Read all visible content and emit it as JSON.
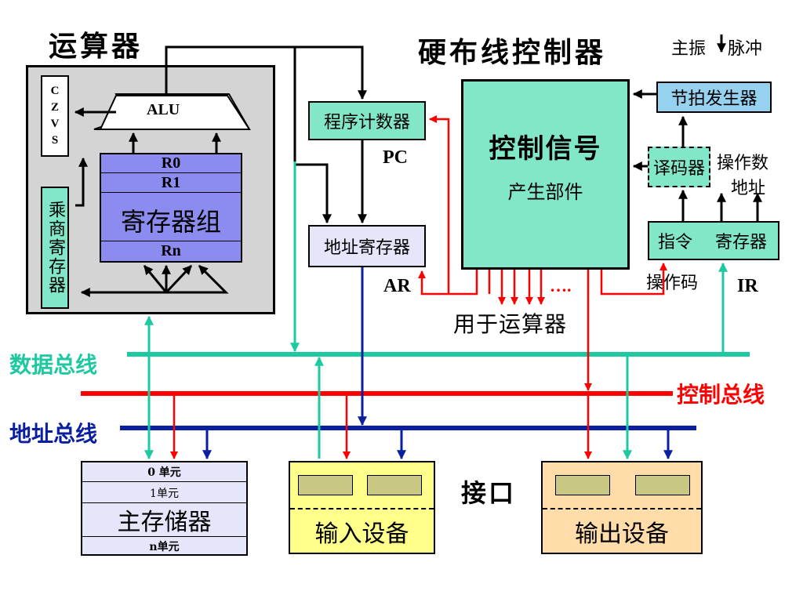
{
  "titles": {
    "alu_section": "运算器",
    "control_section": "硬布线控制器",
    "pulse_main": "主振",
    "pulse_label": "脉冲"
  },
  "alu": {
    "flags": [
      "C",
      "Z",
      "V",
      "S"
    ],
    "alu_label": "ALU",
    "mul_div_register": "乘商寄存器",
    "reg_r0": "R0",
    "reg_r1": "R1",
    "register_group": "寄存器组",
    "reg_rn": "Rn"
  },
  "pc": {
    "name": "程序计数器",
    "abbr": "PC"
  },
  "ar": {
    "name": "地址寄存器",
    "abbr": "AR"
  },
  "control": {
    "title": "控制信号",
    "subtitle": "产生部件"
  },
  "timing": {
    "name": "节拍发生器"
  },
  "decoder": {
    "name": "译码器"
  },
  "operand_address": {
    "line1": "操作数",
    "line2": "地址"
  },
  "ir": {
    "part1": "指令",
    "part2": "寄存器",
    "abbr": "IR",
    "opcode": "操作码"
  },
  "alu_signals": {
    "dots": "….",
    "label": "用于运算器"
  },
  "buses": {
    "data": {
      "label": "数据总线",
      "color": "#1ec8a0"
    },
    "control": {
      "label": "控制总线",
      "color": "#ff0000"
    },
    "address": {
      "label": "地址总线",
      "color": "#0a1ea0"
    }
  },
  "memory": {
    "unit0": "0 单元",
    "unit1": "1单元",
    "name": "主存储器",
    "unitn": "n单元"
  },
  "input_device": {
    "name": "输入设备"
  },
  "output_device": {
    "name": "输出设备"
  },
  "interface": {
    "label": "接口"
  },
  "colors": {
    "block_teal": "#82e6c8",
    "register_purple": "#8c8cf0",
    "panel_gray": "#d4d4d4",
    "memory_lilac": "#e6e6fa",
    "input_yellow": "#ffff8c",
    "output_peach": "#ffdcaa",
    "timing_blue": "#96d2f0",
    "slot_khaki": "#c8c882"
  }
}
